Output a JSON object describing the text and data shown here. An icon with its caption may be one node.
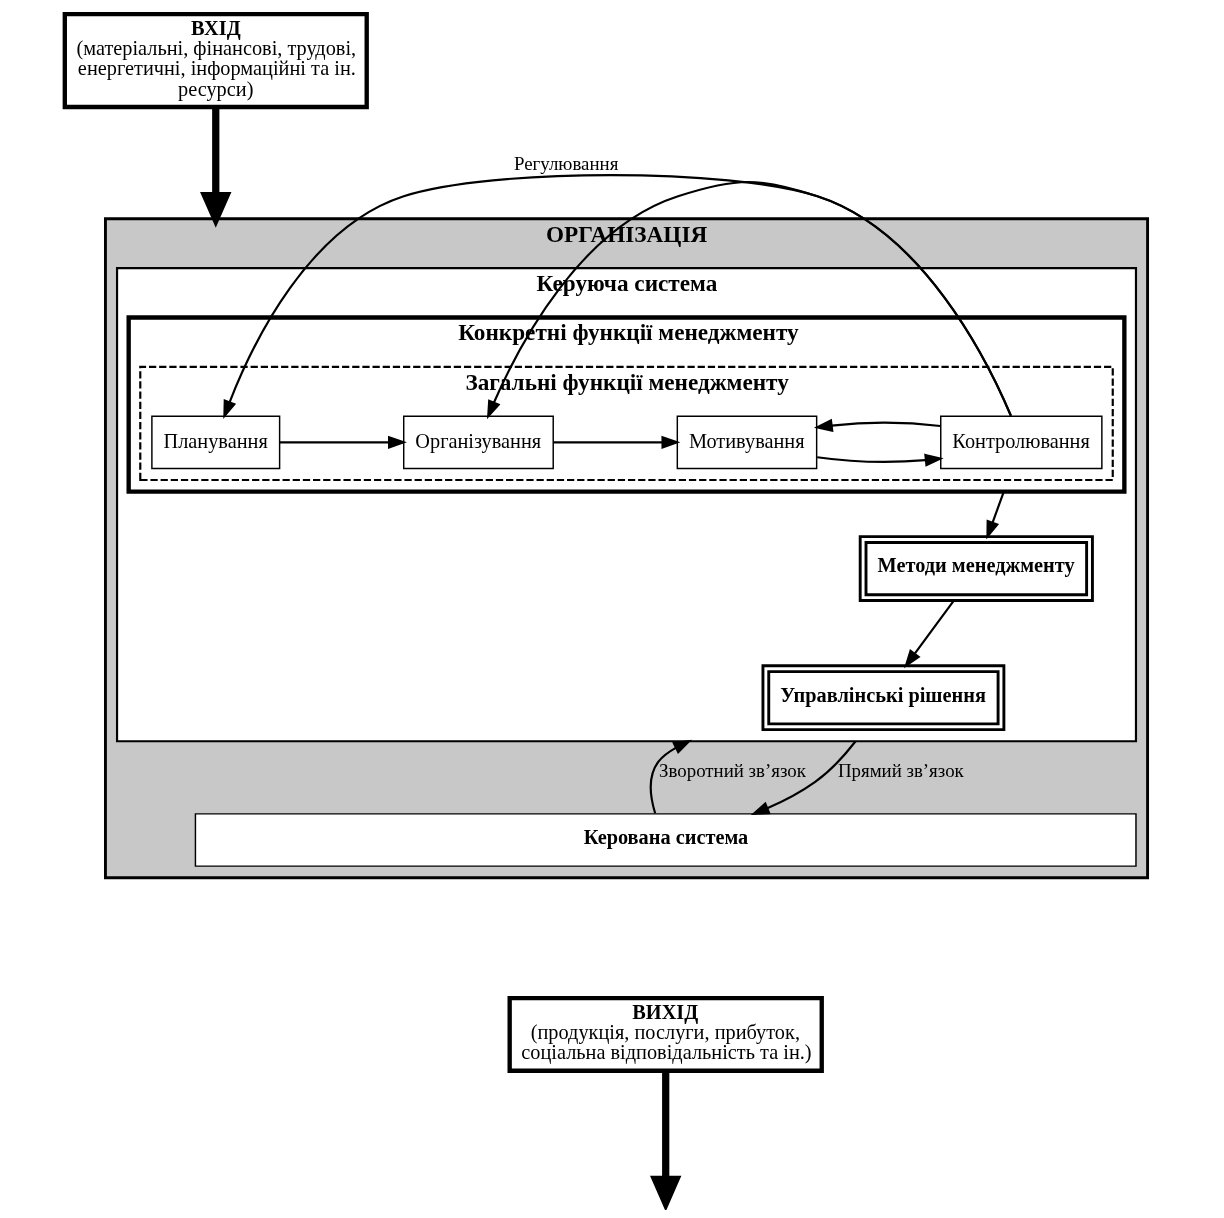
{
  "diagram": {
    "nodes": [
      {
        "text": [
          "ВХІД",
          "(матеріальні, фінансові, трудові, енергетичні, інформаційні та ін. ресурси)"
        ]
      },
      {
        "text": [
          "ОРГАНІЗАЦІЯ"
        ]
      },
      {
        "text": [
          "Керуюча система"
        ],
        "in": 1
      },
      {
        "text": [
          "Конкретні функції менеджменту"
        ],
        "in": 2
      },
      {
        "text": [
          "Загальні функції менеджменту"
        ],
        "in": 3
      },
      {
        "text": [
          "Планування"
        ],
        "in": 4
      },
      {
        "text": [
          "Організування"
        ],
        "in": 4
      },
      {
        "text": [
          "Мотивування"
        ],
        "in": 4
      },
      {
        "text": [
          "Контролювання"
        ],
        "in": 4
      },
      {
        "text": [
          "Методи менеджменту"
        ],
        "in": 2
      },
      {
        "text": [
          "Управлінські рішення"
        ],
        "in": 2
      },
      {
        "text": [
          "Керована система"
        ],
        "in": 1
      },
      {
        "text": [
          "ВИХІД",
          "(продукція, послуги, прибуток, соціальна відповідальність та ін.)"
        ]
      }
    ],
    "edges": [
      {
        "from": 0,
        "to": 1,
        "arrow": "to",
        "style": "thick"
      },
      {
        "from": 5,
        "to": 6,
        "arrow": "to"
      },
      {
        "from": 6,
        "to": 7,
        "arrow": "to"
      },
      {
        "from": 7,
        "to": 8,
        "arrow": "to"
      },
      {
        "from": 8,
        "to": 7,
        "arrow": "to"
      },
      {
        "from": 8,
        "to": 6,
        "arrow": "to"
      },
      {
        "from": 8,
        "to": 5,
        "arrow": "to",
        "label": "Регулювання"
      },
      {
        "from": 3,
        "to": 9,
        "arrow": "to"
      },
      {
        "from": 9,
        "to": 10,
        "arrow": "to"
      },
      {
        "from": 11,
        "to": 2,
        "arrow": "to",
        "label": "Зворотний зв’язок"
      },
      {
        "from": 2,
        "to": 11,
        "arrow": "to",
        "label": "Прямий зв’язок"
      },
      {
        "from": 12,
        "to": null,
        "arrow": "to",
        "style": "thick"
      }
    ]
  }
}
